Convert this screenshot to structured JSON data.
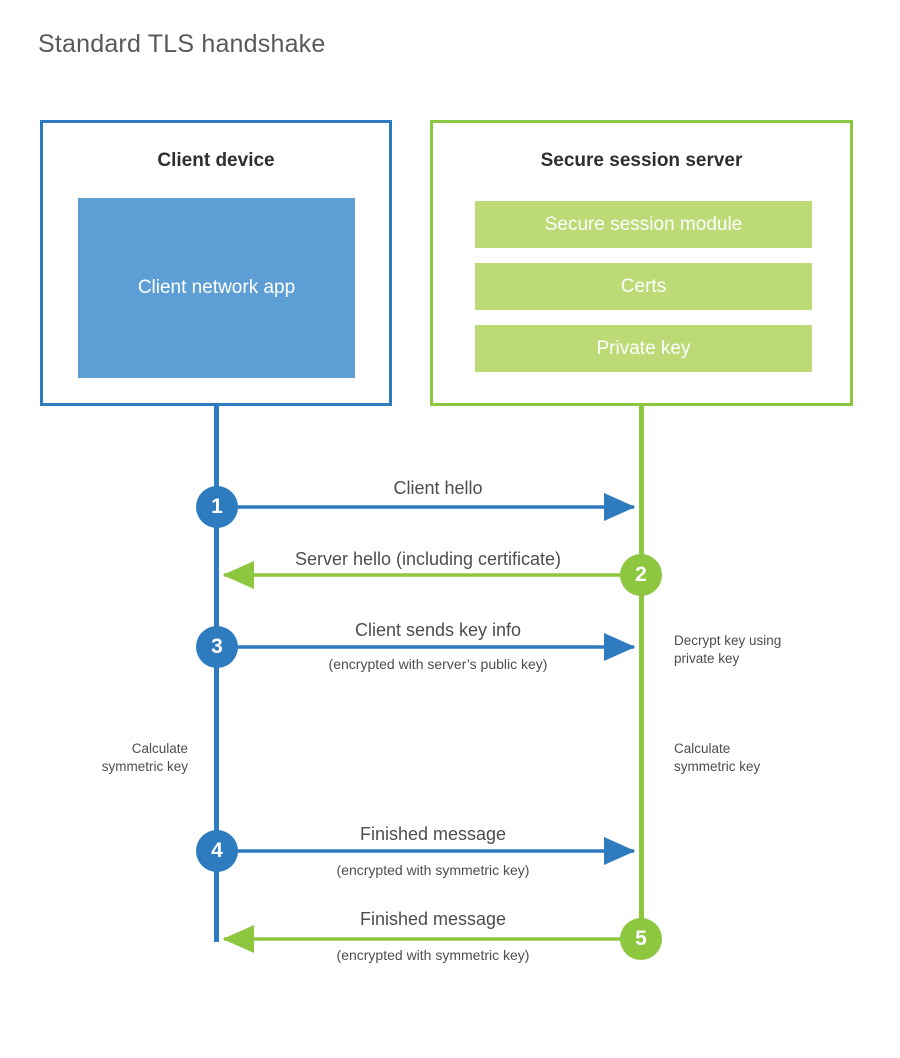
{
  "title": "Standard TLS handshake",
  "colors": {
    "client_accent": "#2e7cbf",
    "server_accent": "#8dc63f",
    "client_app_fill": "#5d9fd5",
    "server_module_fill": "#bcdb76",
    "title_text": "#59595b",
    "body_text": "#4d4d4f"
  },
  "client": {
    "title": "Client device",
    "app_label": "Client network app"
  },
  "server": {
    "title": "Secure session server",
    "modules": [
      {
        "label": "Secure session module"
      },
      {
        "label": "Certs"
      },
      {
        "label": "Private key"
      }
    ]
  },
  "steps": [
    {
      "number": "1",
      "side": "client",
      "direction": "client-to-server",
      "primary": "Client hello",
      "sub": ""
    },
    {
      "number": "2",
      "side": "server",
      "direction": "server-to-client",
      "primary": "Server hello (including certificate)",
      "sub": ""
    },
    {
      "number": "3",
      "side": "client",
      "direction": "client-to-server",
      "primary": "Client sends key info",
      "sub": "(encrypted with server’s public key)"
    },
    {
      "number": "4",
      "side": "client",
      "direction": "client-to-server",
      "primary": "Finished message",
      "sub": "(encrypted with symmetric key)"
    },
    {
      "number": "5",
      "side": "server",
      "direction": "server-to-client",
      "primary": "Finished message",
      "sub": "(encrypted with symmetric key)"
    }
  ],
  "notes": {
    "decrypt": "Decrypt key using\nprivate key",
    "decrypt_line1": "Decrypt key using",
    "decrypt_line2": "private key",
    "client_calc_line1": "Calculate",
    "client_calc_line2": "symmetric key",
    "server_calc_line1": "Calculate",
    "server_calc_line2": "symmetric key"
  }
}
